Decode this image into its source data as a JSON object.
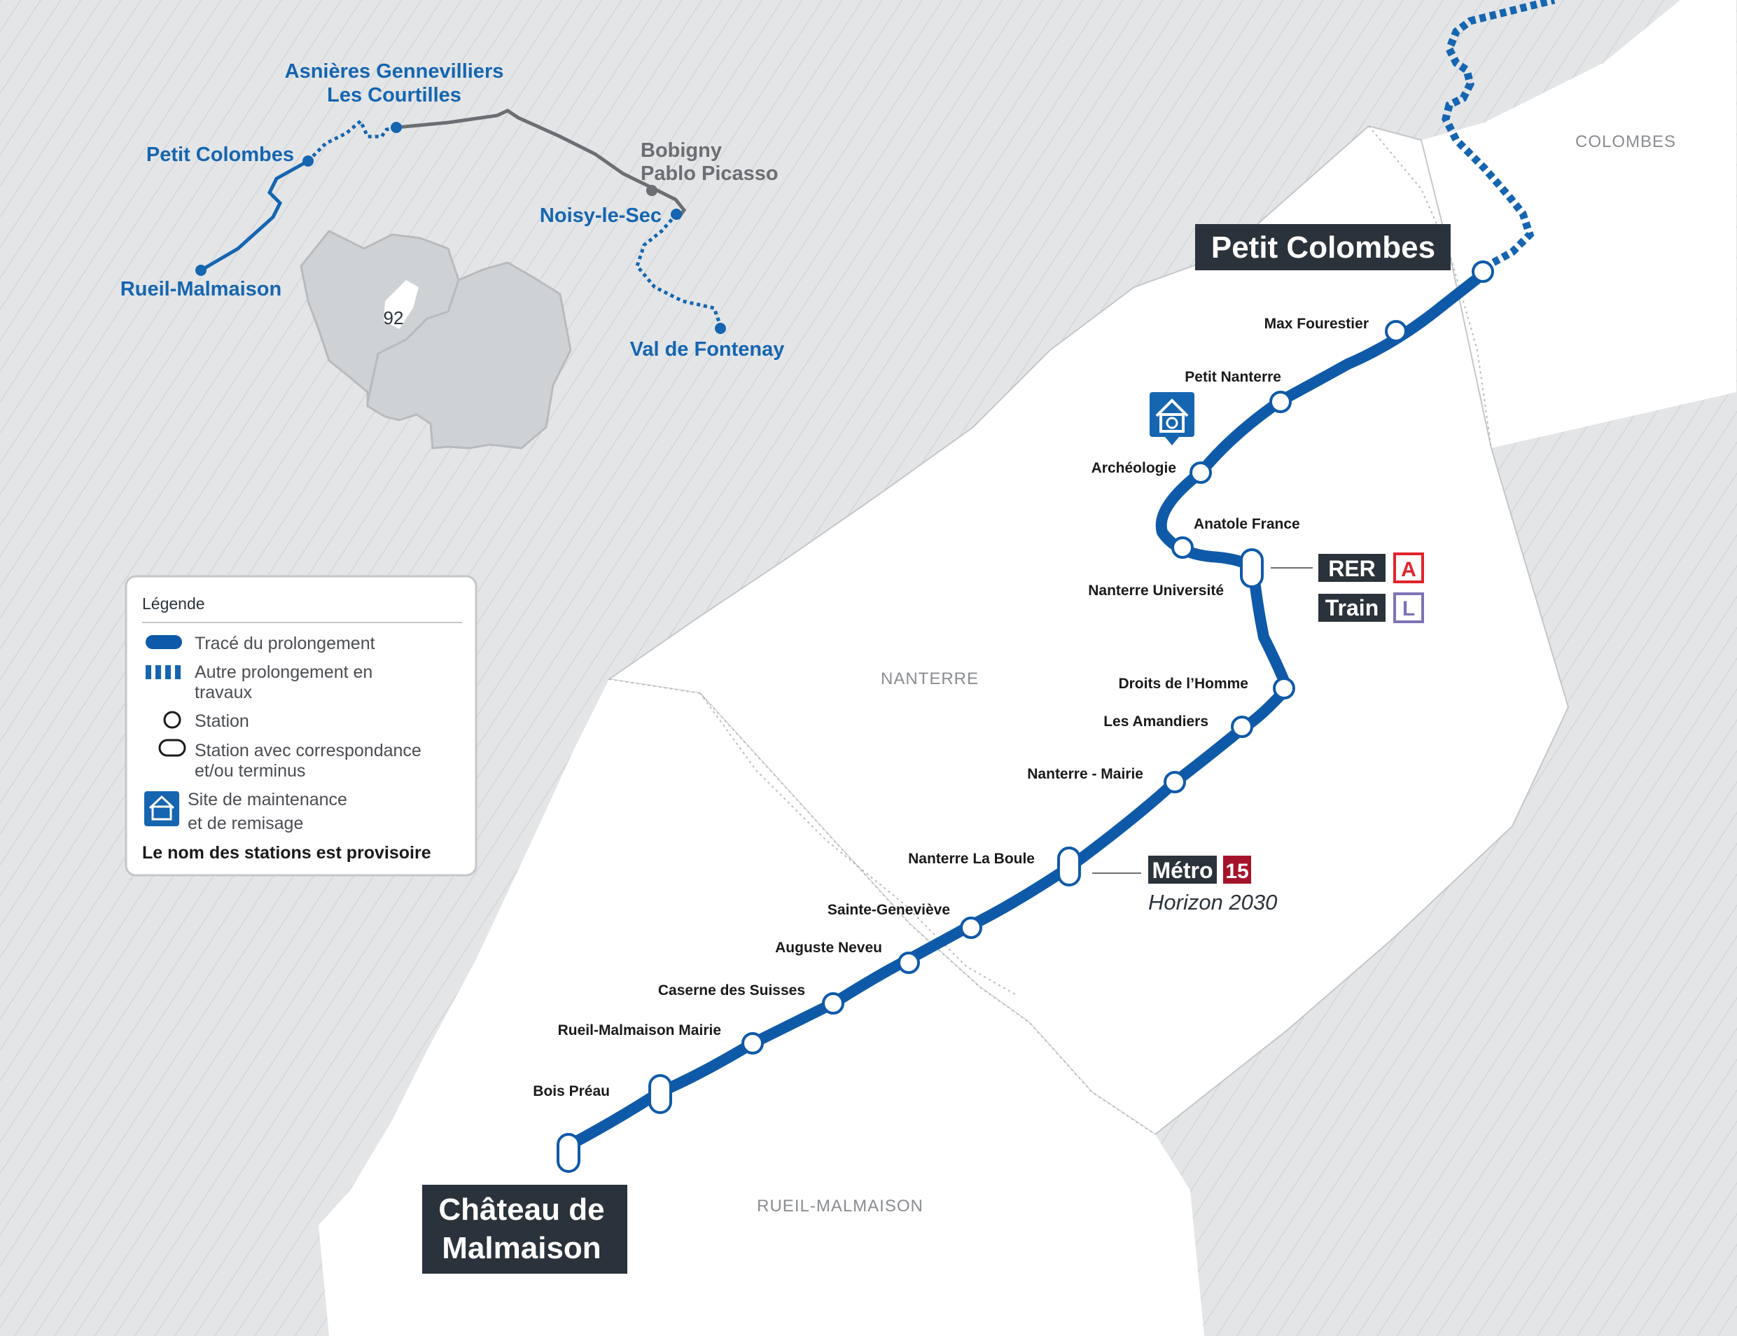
{
  "map": {
    "communes": [
      "COLOMBES",
      "NANTERRE",
      "RUEIL-MALMAISON"
    ],
    "colors": {
      "line": "#0f5aa8",
      "extension_other": "#1565b0",
      "background": "#e3e5e7",
      "commune": "#ffffff",
      "rer_a": "#e1242b",
      "train_l": "#7f73b6",
      "metro_15": "#a5132b",
      "badge_bg": "#2a333b"
    }
  },
  "termini": {
    "north": "Petit Colombes",
    "south_line1": "Château de",
    "south_line2": "Malmaison"
  },
  "stations": [
    "Max Fourestier",
    "Petit Nanterre",
    "Archéologie",
    "Anatole France",
    "Nanterre Université",
    "Droits de l’Homme",
    "Les Amandiers",
    "Nanterre - Mairie",
    "Nanterre La Boule",
    "Sainte-Geneviève",
    "Auguste Neveu",
    "Caserne des Suisses",
    "Rueil-Malmaison Mairie",
    "Bois Préau"
  ],
  "connections": {
    "rer_label": "RER",
    "rer_line": "A",
    "train_label": "Train",
    "train_line": "L",
    "metro_label": "Métro",
    "metro_line": "15",
    "metro_note": "Horizon 2030"
  },
  "overview": {
    "stations": [
      "Asnières Gennevilliers",
      "Les Courtilles",
      "Petit Colombes",
      "Rueil-Malmaison",
      "Noisy-le-Sec",
      "Val de Fontenay"
    ],
    "grey_stations": [
      "Bobigny",
      "Pablo Picasso"
    ],
    "department": "92"
  },
  "legend": {
    "title": "Légende",
    "items": [
      "Tracé du prolongement",
      "Autre prolongement en",
      "travaux",
      "Station",
      "Station avec correspondance",
      "et/ou terminus",
      "Site de maintenance",
      "et de remisage"
    ],
    "note": "Le nom des stations est provisoire"
  }
}
